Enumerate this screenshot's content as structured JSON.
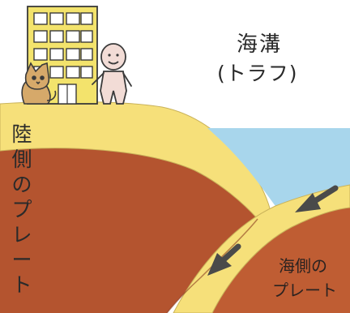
{
  "labels": {
    "trench_title": "海溝",
    "trench_subtitle": "(トラフ)",
    "continental_plate": "陸側のプレート",
    "oceanic_plate_line1": "海側の",
    "oceanic_plate_line2": "プレート"
  },
  "colors": {
    "continental_mantle": "#b4542f",
    "oceanic_mantle": "#bf5d33",
    "plate_crust": "#f6e07a",
    "sea": "#a8d6ec",
    "building": "#f3e36c",
    "outline": "#3a3a3a",
    "arrow": "#4a4a4a"
  },
  "icons": {
    "building": "building-icon",
    "person": "person-icon",
    "cat": "cat-icon",
    "arrows": "subduction-arrow-icon"
  }
}
